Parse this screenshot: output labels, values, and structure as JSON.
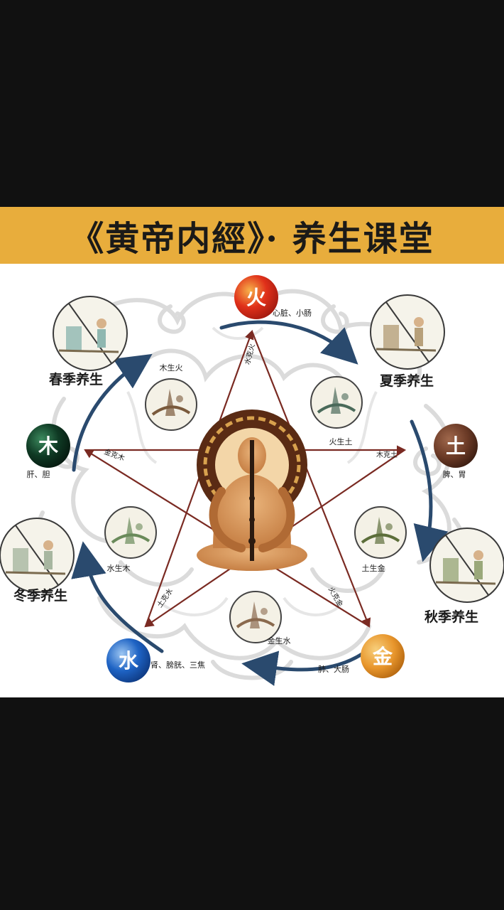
{
  "title": "《黄帝内經》· 养生课堂",
  "elements": [
    {
      "char": "火",
      "organs": "心脏、小肠",
      "color": "#e0301a",
      "glow": "#f7b24a"
    },
    {
      "char": "土",
      "organs": "脾、胃",
      "color": "#6b3a26",
      "glow": "#a0684c"
    },
    {
      "char": "金",
      "organs": "肺、大肠",
      "color": "#e8962c",
      "glow": "#f7cf7c"
    },
    {
      "char": "水",
      "organs": "肾、膀胱、三焦",
      "color": "#1e63c4",
      "glow": "#7fb4ee"
    },
    {
      "char": "木",
      "organs": "肝、胆",
      "color": "#0f3a24",
      "glow": "#3c8a5e"
    }
  ],
  "seasons": [
    "春季养生",
    "夏季养生",
    "秋季养生",
    "冬季养生"
  ],
  "generating": [
    "木生火",
    "火生土",
    "土生金",
    "金生水",
    "水生木"
  ],
  "controlling": [
    "水克火",
    "木克土",
    "火克金",
    "土克水",
    "金克木"
  ]
}
